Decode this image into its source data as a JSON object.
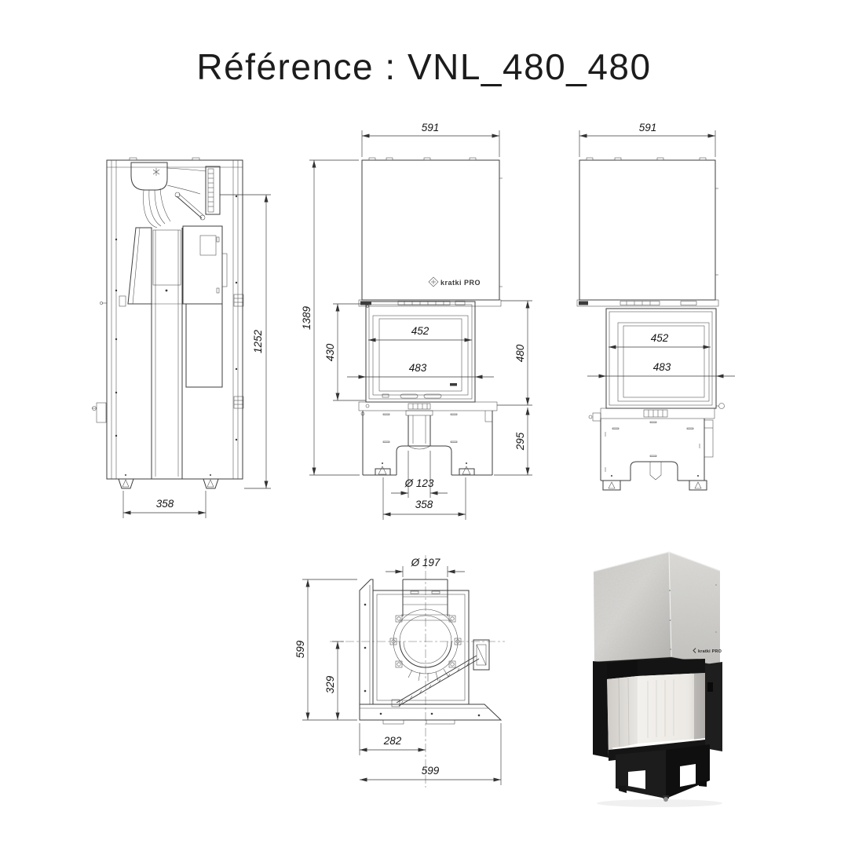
{
  "page": {
    "title": "Référence : VNL_480_480",
    "background_color": "#ffffff",
    "line_color": "#3c3c3c",
    "text_color": "#1c1c1c"
  },
  "drawings": {
    "side_view": {
      "dim_height_to_flue": "1252",
      "dim_feet_spacing": "358"
    },
    "front_view": {
      "brand_label": "kratki PRO",
      "dim_width": "591",
      "dim_total_height": "1389",
      "dim_glass_height": "430",
      "dim_glass_width": "452",
      "dim_door_width": "483",
      "dim_door_height": "480",
      "dim_base_height": "295",
      "dim_air_inlet": "Ø 123",
      "dim_feet_spacing": "358"
    },
    "corner_view": {
      "dim_width": "591",
      "dim_glass_width": "452",
      "dim_door_width": "483"
    },
    "top_view": {
      "dim_flue_diameter": "Ø 197",
      "dim_depth": "599",
      "dim_flue_axis_depth": "329",
      "dim_flue_axis_offset": "282",
      "dim_width": "599"
    }
  },
  "photo": {
    "brand_label": "kratki PRO",
    "colors": {
      "steel_light": "#d6d5d2",
      "steel_dark": "#b7b6b3",
      "body_black": "#1a1a1a",
      "liner_white": "#f1efeb"
    }
  }
}
